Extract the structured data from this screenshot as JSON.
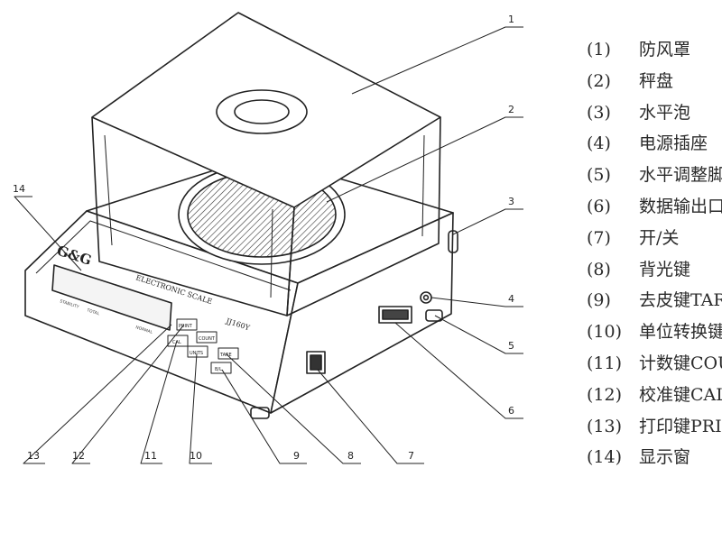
{
  "scale": {
    "brand": "G&G",
    "product": "ELECTRONIC SCALE",
    "model": "JJ160Y",
    "display_sublabels": [
      "STABILITY",
      "TOTAL",
      "NORMAL"
    ],
    "key_labels": [
      "PRINT",
      "CAL",
      "COUNT",
      "UNITS",
      "TARE",
      "B/L"
    ]
  },
  "callouts": [
    "1",
    "2",
    "3",
    "4",
    "5",
    "6",
    "7",
    "8",
    "9",
    "10",
    "11",
    "12",
    "13",
    "14"
  ],
  "legend": [
    {
      "num": "(1)",
      "text": "防风罩"
    },
    {
      "num": "(2)",
      "text": "秤盘"
    },
    {
      "num": "(3)",
      "text": "水平泡"
    },
    {
      "num": "(4)",
      "text": "电源插座"
    },
    {
      "num": "(5)",
      "text": "水平调整脚"
    },
    {
      "num": "(6)",
      "text": "数据输出口"
    },
    {
      "num": "(7)",
      "text": "开/关"
    },
    {
      "num": "(8)",
      "text": "背光键"
    },
    {
      "num": "(9)",
      "text": "去皮键TARE"
    },
    {
      "num": "(10)",
      "text": "单位转换键"
    },
    {
      "num": "(11)",
      "text": "计数键COUNT"
    },
    {
      "num": "(12)",
      "text": "校准键CAL"
    },
    {
      "num": "(13)",
      "text": "打印键PRINT"
    },
    {
      "num": "(14)",
      "text": "显示窗"
    }
  ]
}
